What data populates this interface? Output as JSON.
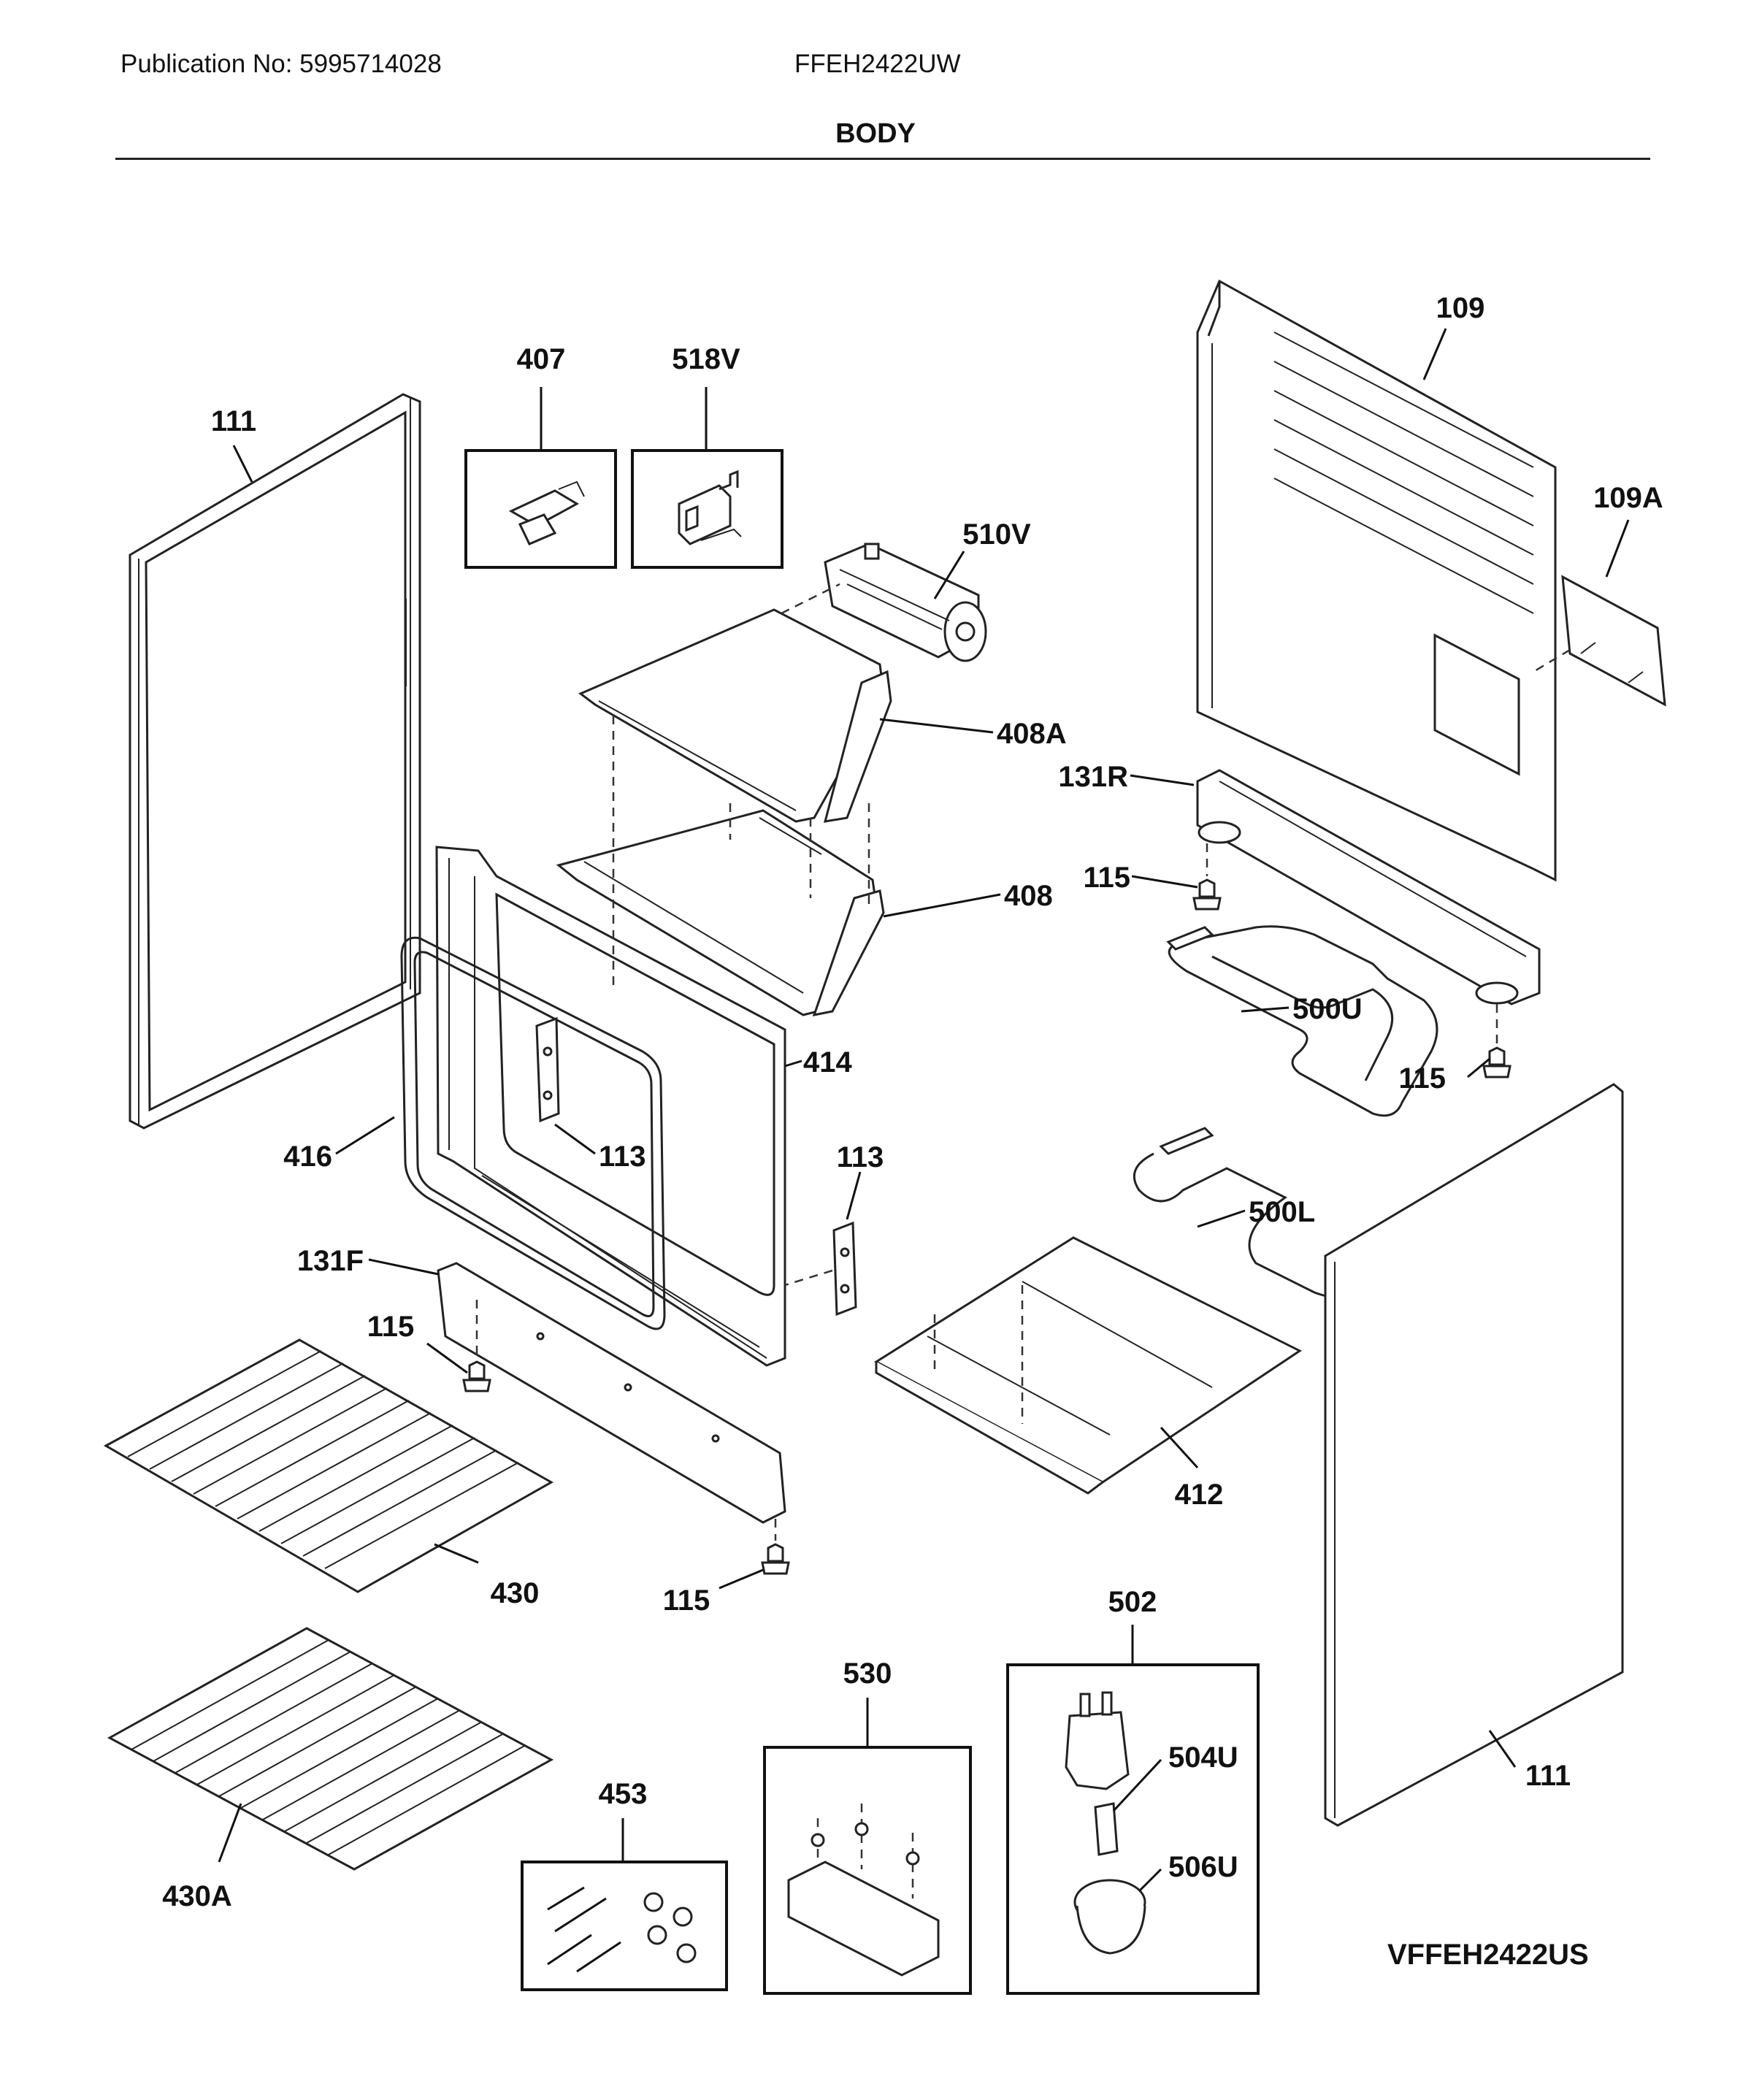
{
  "header": {
    "publication": "Publication No: 5995714028",
    "model": "FFEH2422UW",
    "title": "BODY"
  },
  "footer": {
    "drawing_id": "VFFEH2422US"
  },
  "callouts": [
    {
      "id": "c-407",
      "text": "407"
    },
    {
      "id": "c-518v",
      "text": "518V"
    },
    {
      "id": "c-111a",
      "text": "111"
    },
    {
      "id": "c-109",
      "text": "109"
    },
    {
      "id": "c-109a",
      "text": "109A"
    },
    {
      "id": "c-510v",
      "text": "510V"
    },
    {
      "id": "c-408a",
      "text": "408A"
    },
    {
      "id": "c-131r",
      "text": "131R"
    },
    {
      "id": "c-115a",
      "text": "115"
    },
    {
      "id": "c-408",
      "text": "408"
    },
    {
      "id": "c-500u",
      "text": "500U"
    },
    {
      "id": "c-414",
      "text": "414"
    },
    {
      "id": "c-115b",
      "text": "115"
    },
    {
      "id": "c-416",
      "text": "416"
    },
    {
      "id": "c-113a",
      "text": "113"
    },
    {
      "id": "c-113b",
      "text": "113"
    },
    {
      "id": "c-500l",
      "text": "500L"
    },
    {
      "id": "c-131f",
      "text": "131F"
    },
    {
      "id": "c-115c",
      "text": "115"
    },
    {
      "id": "c-412",
      "text": "412"
    },
    {
      "id": "c-430",
      "text": "430"
    },
    {
      "id": "c-115d",
      "text": "115"
    },
    {
      "id": "c-502",
      "text": "502"
    },
    {
      "id": "c-530",
      "text": "530"
    },
    {
      "id": "c-504u",
      "text": "504U"
    },
    {
      "id": "c-453",
      "text": "453"
    },
    {
      "id": "c-111b",
      "text": "111"
    },
    {
      "id": "c-506u",
      "text": "506U"
    },
    {
      "id": "c-430a",
      "text": "430A"
    }
  ]
}
